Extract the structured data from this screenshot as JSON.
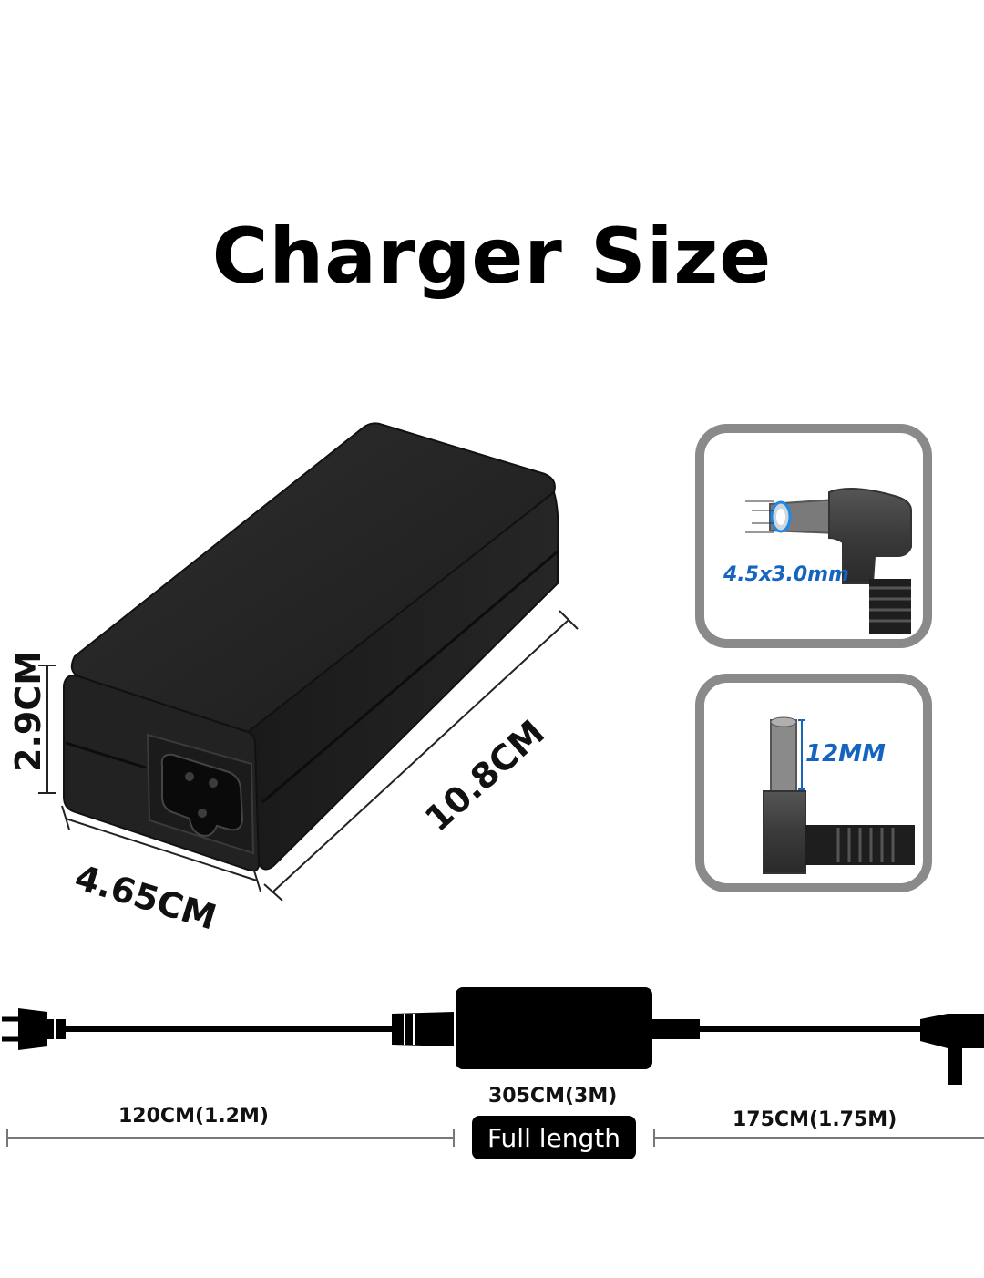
{
  "title": "Charger Size",
  "dimensions": {
    "height": "2.9CM",
    "width": "4.65CM",
    "length": "10.8CM"
  },
  "tips": {
    "diameter": "4.5x3.0mm",
    "tip_length": "12MM"
  },
  "cable": {
    "ac_length": "120CM(1.2M)",
    "total": "305CM(3M)",
    "full_length": "Full length",
    "dc_length": "175CM(1.75M)"
  },
  "colors": {
    "accent": "#1565c0",
    "body": "#1a1a1a"
  }
}
